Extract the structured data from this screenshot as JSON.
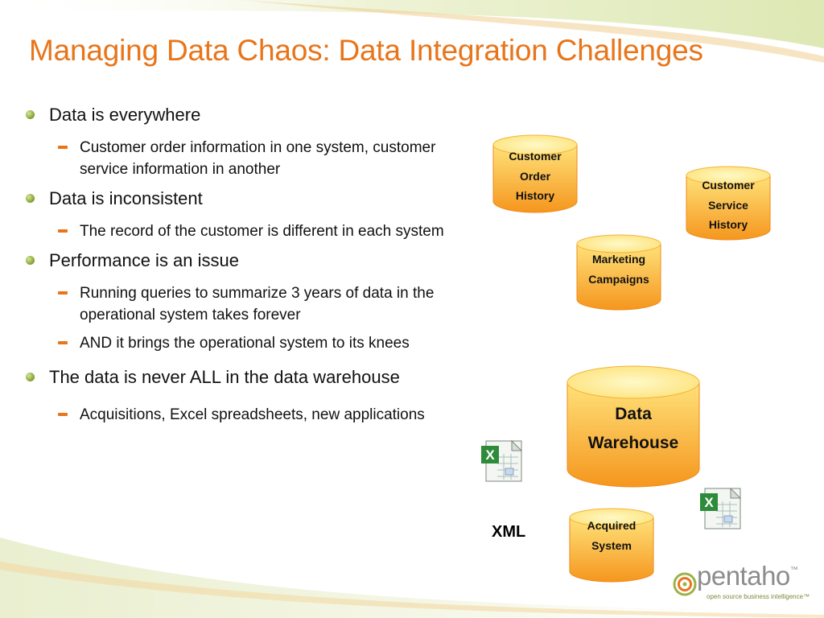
{
  "title": "Managing Data Chaos: Data Integration Challenges",
  "bullets": [
    {
      "text": "Data is everywhere",
      "subs": [
        "Customer order information in one system, customer service information in another"
      ]
    },
    {
      "text": "Data is inconsistent",
      "subs": [
        "The record of the customer is different in each system"
      ]
    },
    {
      "text": "Performance is an issue",
      "subs": [
        "Running queries to summarize 3 years of data in the operational system takes forever",
        "AND it brings the operational system to its knees"
      ]
    },
    {
      "text": "The data is never ALL in the data warehouse",
      "subs": [
        "Acquisitions, Excel spreadsheets, new applications"
      ]
    }
  ],
  "diagram": {
    "customer_order_history": [
      "Customer",
      "Order",
      "History"
    ],
    "customer_service_history": [
      "Customer",
      "Service",
      "History"
    ],
    "marketing_campaigns": [
      "Marketing",
      "Campaigns"
    ],
    "data_warehouse": [
      "Data",
      "Warehouse"
    ],
    "acquired_system": [
      "Acquired",
      "System"
    ],
    "xml_label": "XML"
  },
  "logo": {
    "name": "pentaho",
    "trademark": "™",
    "tagline": "open source business intelligence™"
  },
  "colors": {
    "title": "#e8751a",
    "bullet_dot": "#8aa83a",
    "sub_dash": "#e8751a",
    "cylinder_top": "#fff3a6",
    "cylinder_body": "#f5a623",
    "cylinder_edge": "#e07a12"
  }
}
